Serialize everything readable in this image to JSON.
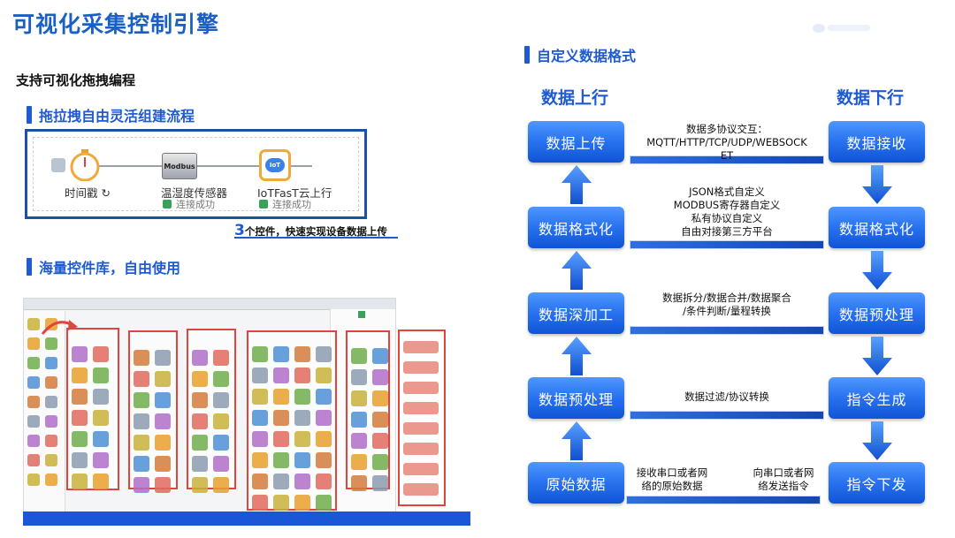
{
  "page": {
    "title": "可视化采集控制引擎"
  },
  "left": {
    "subtitle": "支持可视化拖拽编程",
    "section1": "拖拉拽自由灵活组建流程",
    "section2": "海量控件库，自由使用",
    "flow": {
      "nodes": [
        {
          "label": "时间戳 ↻",
          "status": ""
        },
        {
          "label": "温湿度传感器",
          "status": "连接成功",
          "badge": "Modbus"
        },
        {
          "label": "IoTFasT云上行",
          "status": "连接成功",
          "badge": "IoT"
        }
      ],
      "caption_num": "3",
      "caption_text": "个控件，快速实现设备数据上传"
    }
  },
  "right": {
    "section": "自定义数据格式",
    "up_title": "数据上行",
    "down_title": "数据下行",
    "up_boxes": [
      "数据上传",
      "数据格式化",
      "数据深加工",
      "数据预处理",
      "原始数据"
    ],
    "down_boxes": [
      "数据接收",
      "数据格式化",
      "数据预处理",
      "指令生成",
      "指令下发"
    ],
    "middle": [
      {
        "lines": [
          "数据多协议交互：",
          "MQTT/HTTP/TCP/UDP/WEBSOCK",
          "ET"
        ]
      },
      {
        "lines": [
          "JSON格式自定义",
          "MODBUS寄存器自定义",
          "私有协议自定义",
          "自由对接第三方平台"
        ]
      },
      {
        "lines": [
          "数据拆分/数据合并/数据聚合",
          "/条件判断/量程转换"
        ]
      },
      {
        "lines": [
          "数据过滤/协议转换"
        ]
      },
      {
        "left": [
          "接收串口或者网",
          "络的原始数据"
        ],
        "right": [
          "向串口或者网",
          "络发送指令"
        ]
      }
    ]
  },
  "colors": {
    "accent": "#1f5bd0",
    "box": "#2b75f0",
    "red": "#e0443c"
  }
}
